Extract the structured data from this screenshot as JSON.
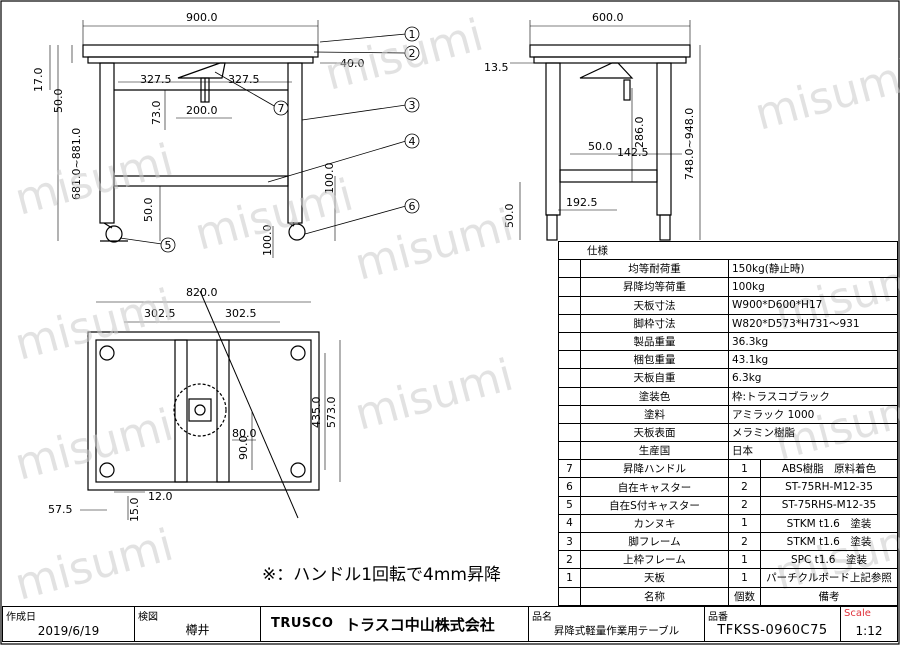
{
  "dimensions": {
    "front": [
      "900.0",
      "50.0",
      "17.0",
      "40.0",
      "327.5",
      "327.5",
      "73.0",
      "200.0",
      "681.0~881.0",
      "100.0",
      "50.0",
      "100.0"
    ],
    "side": [
      "600.0",
      "13.5",
      "748.0~948.0",
      "286.0",
      "50.0",
      "142.5",
      "192.5",
      "50.0"
    ],
    "top": [
      "820.0",
      "302.5",
      "302.5",
      "435.0",
      "573.0",
      "80.0",
      "90.0",
      "12.0",
      "57.5",
      "15.0"
    ]
  },
  "balloons": [
    "1",
    "2",
    "3",
    "4",
    "5",
    "6",
    "7"
  ],
  "watermark": "misumi",
  "note": "※：ハンドル1回転で4mm昇降",
  "spec_title": "仕様",
  "spec_rows": [
    {
      "label": "均等耐荷重",
      "value": "150kg(静止時)"
    },
    {
      "label": "昇降均等荷重",
      "value": "100kg"
    },
    {
      "label": "天板寸法",
      "value": "W900*D600*H17"
    },
    {
      "label": "脚枠寸法",
      "value": "W820*D573*H731～931"
    },
    {
      "label": "製品重量",
      "value": "36.3kg"
    },
    {
      "label": "梱包重量",
      "value": "43.1kg"
    },
    {
      "label": "天板自重",
      "value": "6.3kg"
    },
    {
      "label": "塗装色",
      "value": "枠:トラスコブラック"
    },
    {
      "label": "塗料",
      "value": "アミラック 1000"
    },
    {
      "label": "天板表面",
      "value": "メラミン樹脂"
    },
    {
      "label": "生産国",
      "value": "日本"
    }
  ],
  "parts": [
    {
      "no": "7",
      "name": "昇降ハンドル",
      "qty": "1",
      "note": "ABS樹脂　原料着色"
    },
    {
      "no": "6",
      "name": "自在キャスター",
      "qty": "2",
      "note": "ST-75RH-M12-35"
    },
    {
      "no": "5",
      "name": "自在S付キャスター",
      "qty": "2",
      "note": "ST-75RHS-M12-35"
    },
    {
      "no": "4",
      "name": "カンヌキ",
      "qty": "1",
      "note": "STKM t1.6　塗装"
    },
    {
      "no": "3",
      "name": "脚フレーム",
      "qty": "2",
      "note": "STKM t1.6　塗装"
    },
    {
      "no": "2",
      "name": "上枠フレーム",
      "qty": "1",
      "note": "SPC t1.6　塗装"
    },
    {
      "no": "1",
      "name": "天板",
      "qty": "1",
      "note": "パーチクルボード上記参照"
    }
  ],
  "parts_header": {
    "name": "名称",
    "qty": "個数",
    "note": "備考"
  },
  "title_block": {
    "date_label": "作成日",
    "date": "2019/6/19",
    "check_label": "検図",
    "checker": "樽井",
    "brand": "TRUSCO",
    "company": "トラスコ中山株式会社",
    "product_label": "品名",
    "product": "昇降式軽量作業用テーブル",
    "code_label": "品番",
    "code": "TFKSS-0960C75",
    "scale_label": "Scale",
    "scale": "1:12"
  },
  "colors": {
    "scale_label": "#e0303a",
    "watermark": "#cccccc"
  }
}
